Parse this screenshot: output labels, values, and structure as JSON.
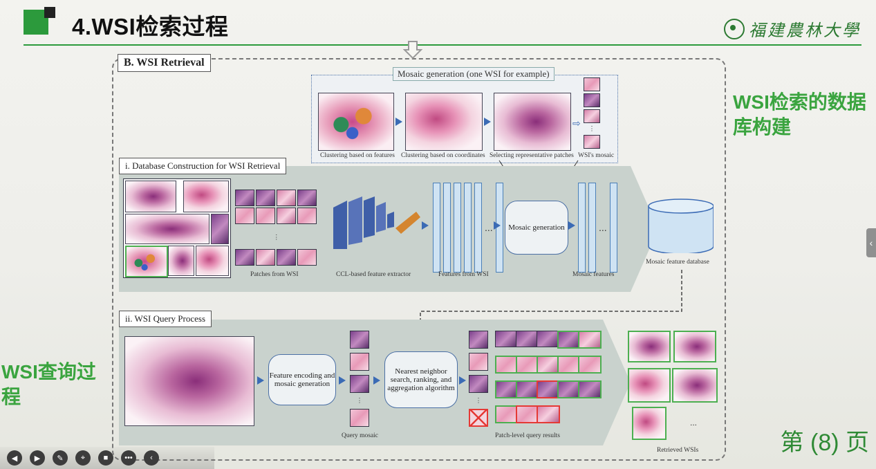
{
  "header": {
    "title": "4.WSI检索过程",
    "logo_text": "福建農林大學"
  },
  "figure": {
    "main_label": "B. WSI Retrieval",
    "mosaic_title": "Mosaic generation (one WSI for example)",
    "mosaic_steps": [
      "Clustering based on features",
      "Clustering based on coordinates",
      "Selecting representative patches",
      "WSI's mosaic"
    ],
    "section_i": {
      "label": "i. Database Construction for WSI Retrieval",
      "patches_caption": "Patches from WSI",
      "extractor_caption": "CCL-based feature extractor",
      "features_caption": "Features from WSI",
      "mosaic_box": "Mosaic generation",
      "mosaic_features_caption": "Mosaic features",
      "database_caption": "Mosaic feature database"
    },
    "section_ii": {
      "label": "ii. WSI Query Process",
      "encoding_box": "Feature encoding and mosaic generation",
      "nn_box": "Nearest neighbor search, ranking, and aggregation algorithm",
      "query_mosaic_caption": "Query mosaic",
      "results_caption": "Patch-level query results",
      "retrieved_caption": "Retrieved WSIs"
    },
    "ellipsis": "...",
    "vdots": "⋮"
  },
  "annotations": {
    "db_construction": "WSI检索的数据库构建",
    "query_process": "WSI查询过程"
  },
  "page": {
    "number": "第 (8) 页"
  },
  "toolbar": {
    "icons": [
      "prev-icon",
      "next-icon",
      "pen-icon",
      "focus-icon",
      "camera-icon",
      "more-icon",
      "collapse-icon"
    ]
  },
  "colors": {
    "accent_green": "#2c9a3c",
    "arrow_blue": "#3b6bb5",
    "band_gray": "#c9d2cd"
  }
}
